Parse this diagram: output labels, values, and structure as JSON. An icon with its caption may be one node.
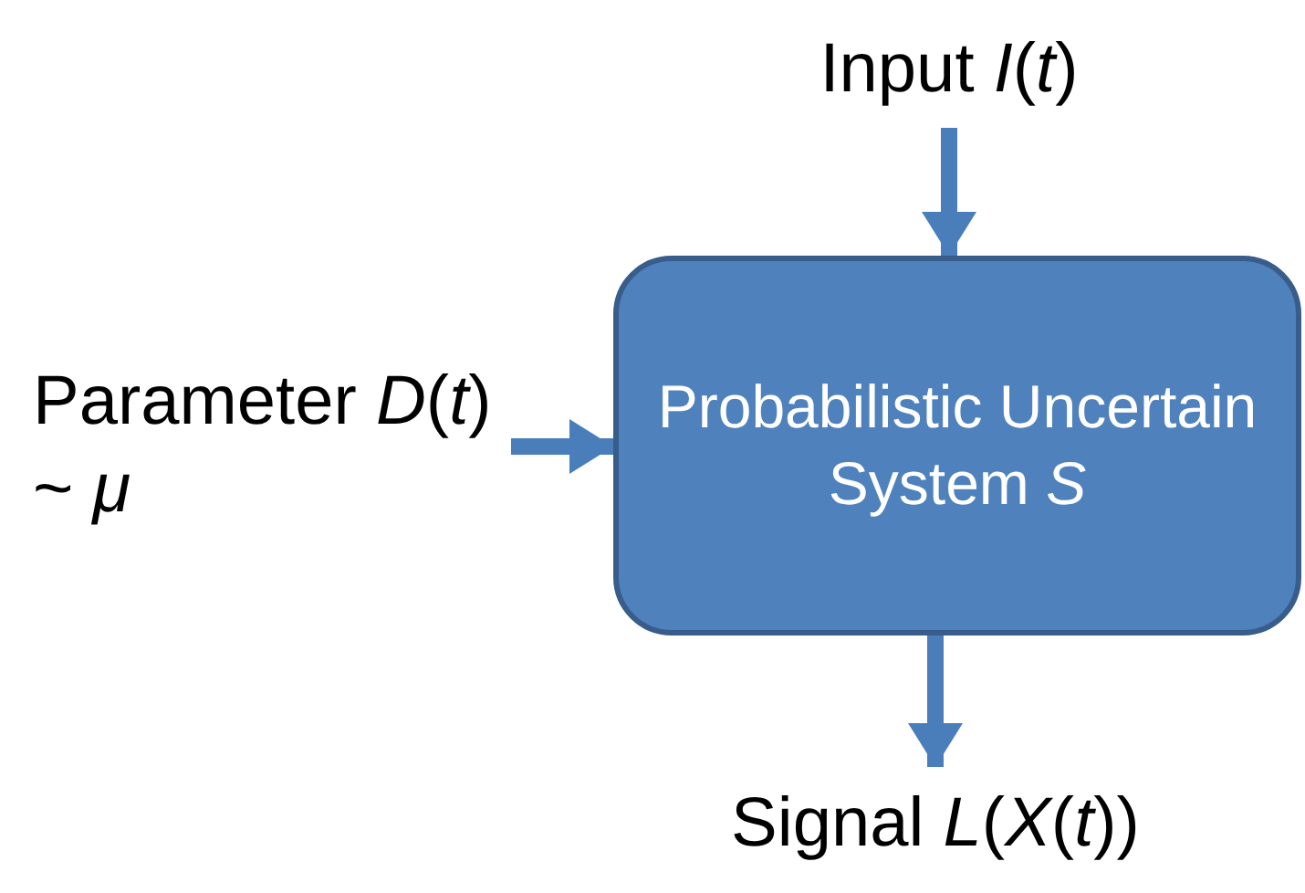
{
  "diagram": {
    "nodes": [
      {
        "text": [
          "Input *I*(*t*)"
        ]
      },
      {
        "text": [
          "Parameter *D*(*t*) ~ *μ*"
        ]
      },
      {
        "text": [
          "Probabilistic Uncertain System *S*"
        ]
      },
      {
        "text": [
          "Signal *L*(*X*(*t*))"
        ]
      }
    ],
    "edges": [
      {
        "from": 0,
        "to": 2,
        "arrow": "to"
      },
      {
        "from": 1,
        "to": 2,
        "arrow": "to"
      },
      {
        "from": 2,
        "to": 3,
        "arrow": "to"
      }
    ]
  }
}
